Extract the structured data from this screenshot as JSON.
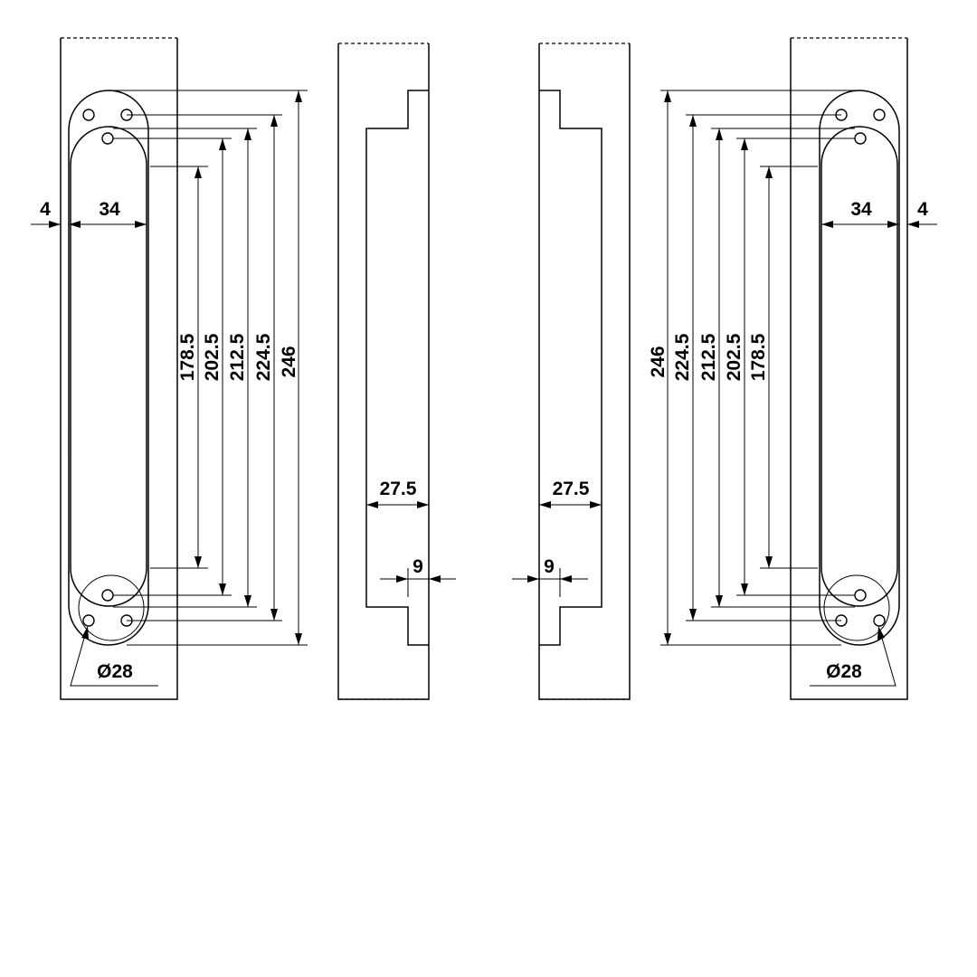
{
  "drawing": {
    "stroke_color": "#000000",
    "background_color": "#ffffff",
    "left_view": {
      "overall_height": "246",
      "dim_224_5": "224.5",
      "dim_212_5": "212.5",
      "dim_202_5": "202.5",
      "dim_178_5": "178.5",
      "plate_width": "34",
      "offset": "4",
      "hole_diameter": "Ø28"
    },
    "center_left_view": {
      "depth": "27.5",
      "tab_width": "9"
    },
    "center_right_view": {
      "depth": "27.5",
      "tab_width": "9"
    },
    "right_view": {
      "overall_height": "246",
      "dim_224_5": "224.5",
      "dim_212_5": "212.5",
      "dim_202_5": "202.5",
      "dim_178_5": "178.5",
      "plate_width": "34",
      "offset": "4",
      "hole_diameter": "Ø28"
    }
  }
}
